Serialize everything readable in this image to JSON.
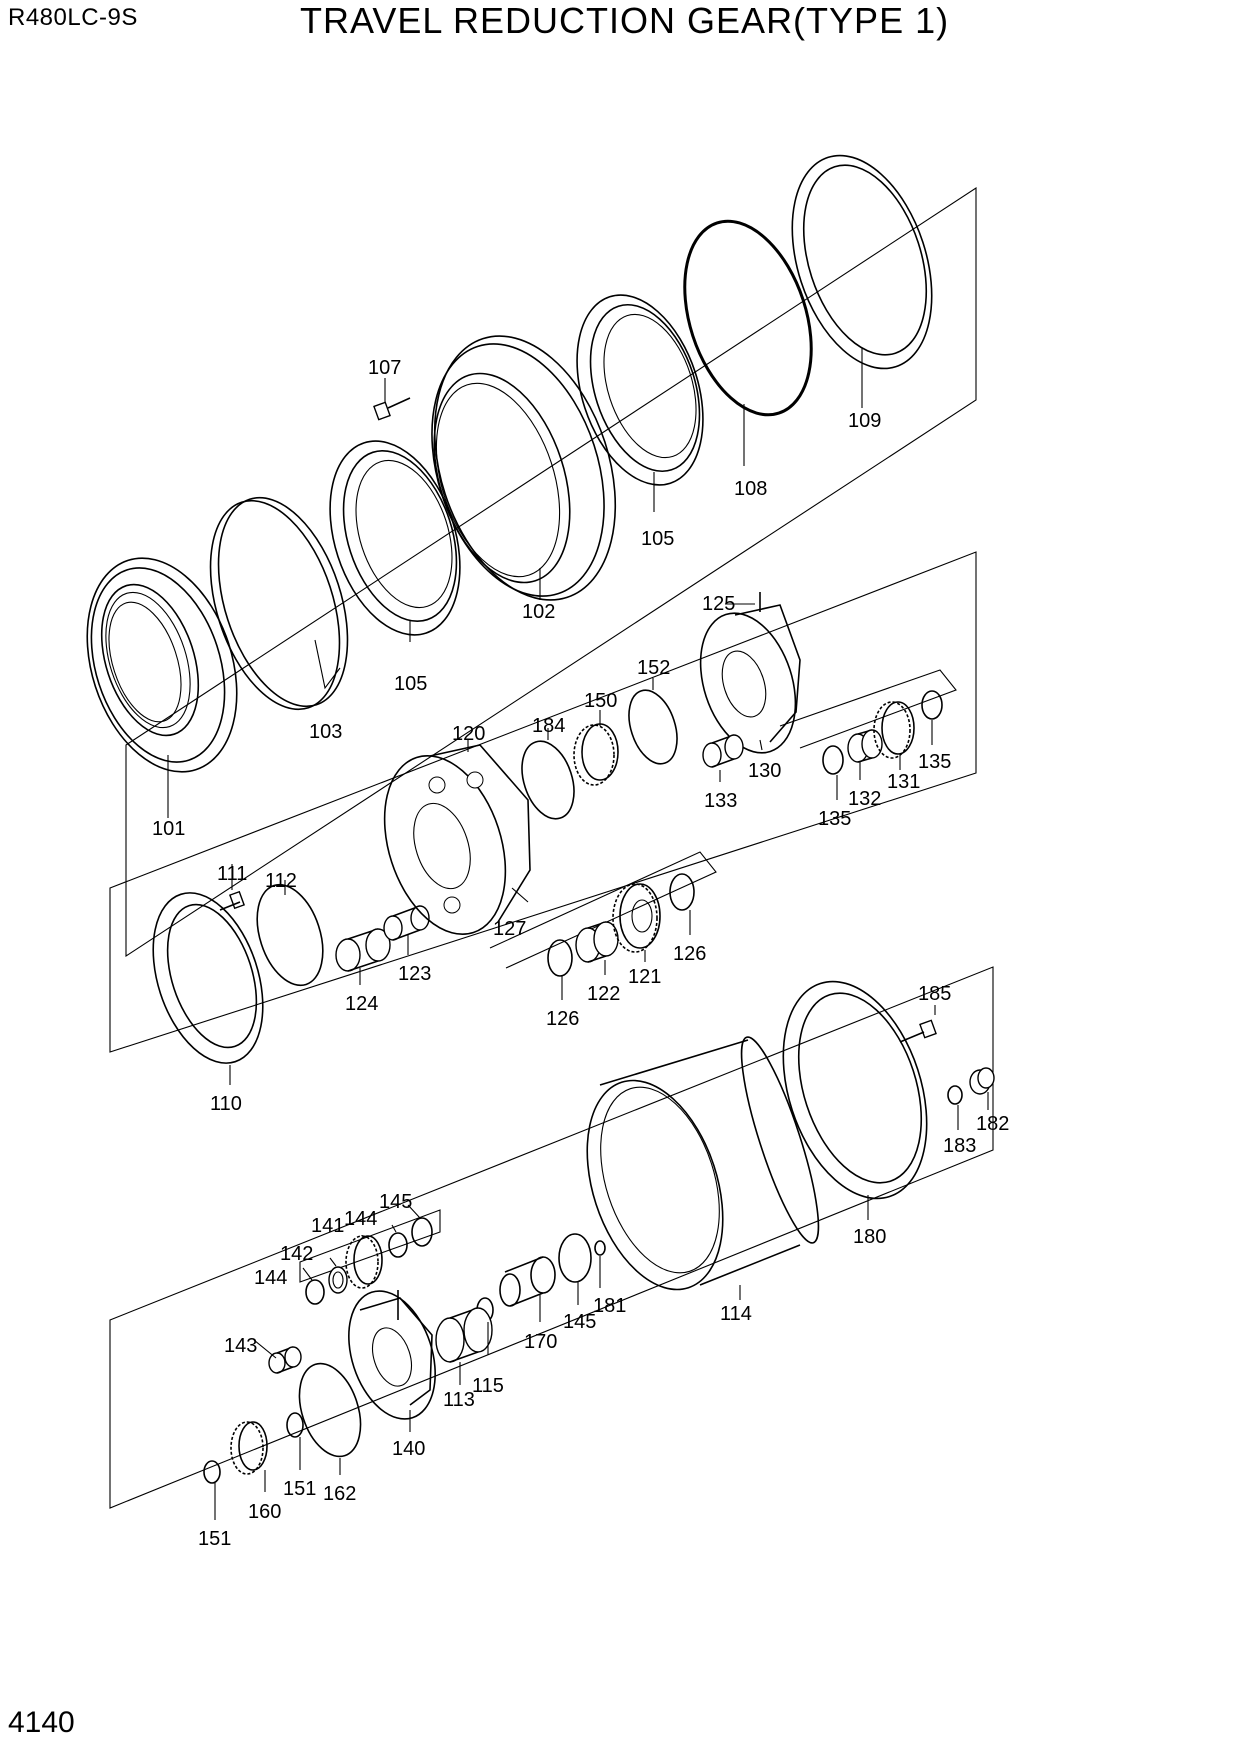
{
  "header": {
    "model": "R480LC-9S",
    "title": "TRAVEL REDUCTION GEAR(TYPE 1)"
  },
  "footer": {
    "page_number": "4140"
  },
  "parts": [
    {
      "id": "p101",
      "label": "101"
    },
    {
      "id": "p102",
      "label": "102"
    },
    {
      "id": "p103",
      "label": "103"
    },
    {
      "id": "p105a",
      "label": "105"
    },
    {
      "id": "p105b",
      "label": "105"
    },
    {
      "id": "p107",
      "label": "107"
    },
    {
      "id": "p108",
      "label": "108"
    },
    {
      "id": "p109",
      "label": "109"
    },
    {
      "id": "p110",
      "label": "110"
    },
    {
      "id": "p111",
      "label": "111"
    },
    {
      "id": "p112",
      "label": "112"
    },
    {
      "id": "p113",
      "label": "113"
    },
    {
      "id": "p114",
      "label": "114"
    },
    {
      "id": "p115",
      "label": "115"
    },
    {
      "id": "p120",
      "label": "120"
    },
    {
      "id": "p121",
      "label": "121"
    },
    {
      "id": "p122",
      "label": "122"
    },
    {
      "id": "p123",
      "label": "123"
    },
    {
      "id": "p124",
      "label": "124"
    },
    {
      "id": "p125",
      "label": "125"
    },
    {
      "id": "p126a",
      "label": "126"
    },
    {
      "id": "p126b",
      "label": "126"
    },
    {
      "id": "p127",
      "label": "127"
    },
    {
      "id": "p130",
      "label": "130"
    },
    {
      "id": "p131",
      "label": "131"
    },
    {
      "id": "p132",
      "label": "132"
    },
    {
      "id": "p133",
      "label": "133"
    },
    {
      "id": "p135a",
      "label": "135"
    },
    {
      "id": "p135b",
      "label": "135"
    },
    {
      "id": "p140",
      "label": "140"
    },
    {
      "id": "p141",
      "label": "141"
    },
    {
      "id": "p142",
      "label": "142"
    },
    {
      "id": "p143",
      "label": "143"
    },
    {
      "id": "p144a",
      "label": "144"
    },
    {
      "id": "p144b",
      "label": "144"
    },
    {
      "id": "p145a",
      "label": "145"
    },
    {
      "id": "p145b",
      "label": "145"
    },
    {
      "id": "p150",
      "label": "150"
    },
    {
      "id": "p151a",
      "label": "151"
    },
    {
      "id": "p151b",
      "label": "151"
    },
    {
      "id": "p152",
      "label": "152"
    },
    {
      "id": "p160",
      "label": "160"
    },
    {
      "id": "p162",
      "label": "162"
    },
    {
      "id": "p170",
      "label": "170"
    },
    {
      "id": "p180",
      "label": "180"
    },
    {
      "id": "p181",
      "label": "181"
    },
    {
      "id": "p182",
      "label": "182"
    },
    {
      "id": "p183",
      "label": "183"
    },
    {
      "id": "p184",
      "label": "184"
    },
    {
      "id": "p185",
      "label": "185"
    }
  ]
}
